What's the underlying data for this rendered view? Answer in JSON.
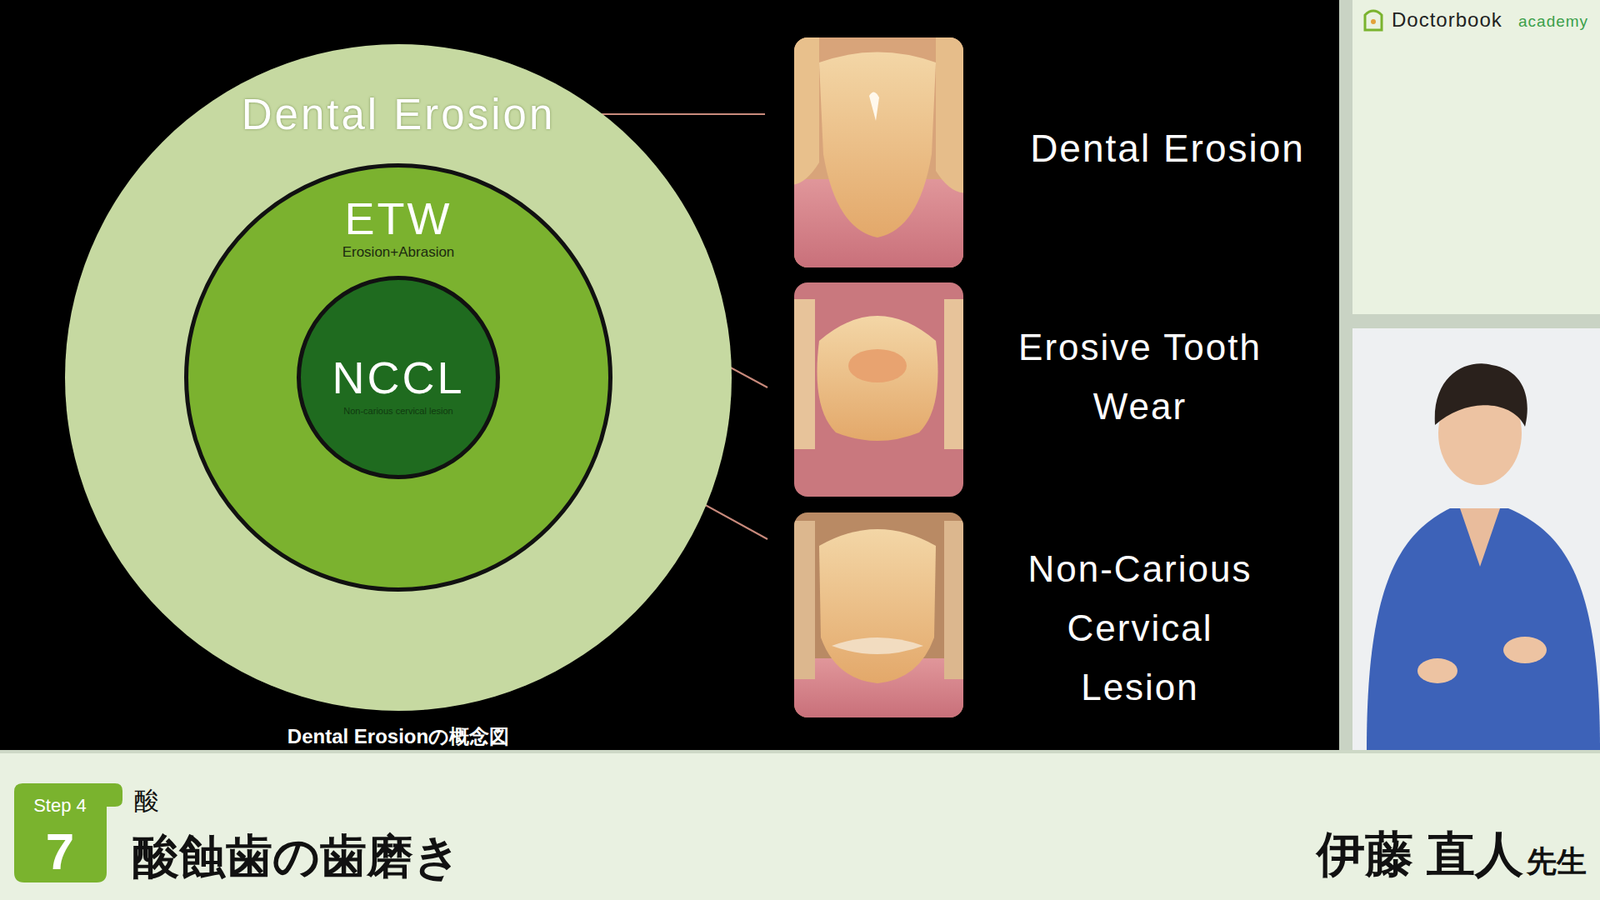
{
  "diagram": {
    "title": "酸蝕歯の歯磨き",
    "caption": "Dental Erosionの概念図",
    "nodes": [
      {
        "text": [
          "Dental Erosion"
        ]
      },
      {
        "text": [
          "ETW",
          "Erosion+Abrasion"
        ],
        "in": 0
      },
      {
        "text": [
          "NCCL",
          "Non-carious cervical lesion"
        ],
        "in": 1
      }
    ],
    "labels": [
      "Dental Erosion",
      "Erosive Tooth Wear",
      "Non-Carious Cervical Lesion",
      "Doctorbook",
      "academy",
      "Step 4",
      "7",
      "酸",
      "伊藤 直人",
      "先生"
    ]
  }
}
